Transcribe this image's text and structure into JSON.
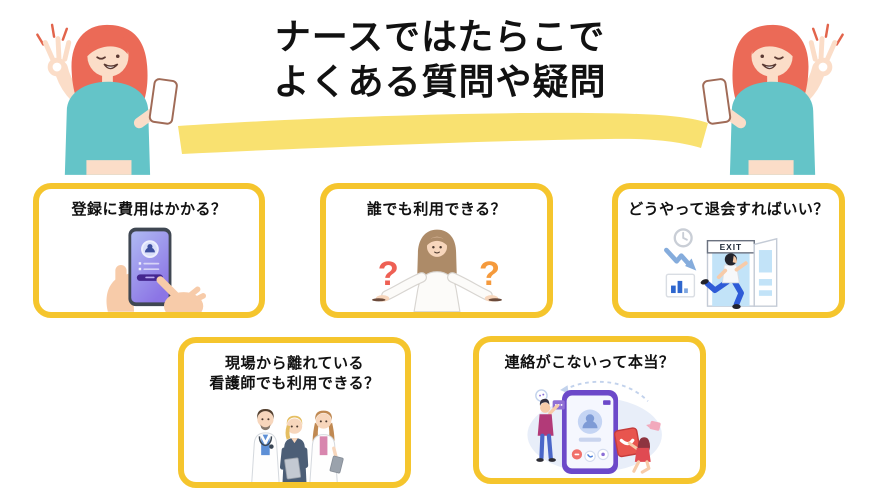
{
  "header": {
    "title": "ナースではたらこで\nよくある質問や疑問"
  },
  "colors": {
    "card_border_yellow": "#F5C52D",
    "swoosh_yellow": "#F9E170",
    "title_black": "#111111",
    "mascot_shirt_teal": "#64C4C8",
    "mascot_hair_red": "#EB6A57"
  },
  "cards": [
    {
      "question": "登録に費用はかかる？",
      "illustration": "hand-tapping-signup-phone"
    },
    {
      "question": "誰でも利用できる？",
      "illustration": "shrugging-woman-question-marks",
      "left_mark": "?",
      "right_mark": "?"
    },
    {
      "question": "どうやって退会すればいい？",
      "illustration": "man-running-exit-door",
      "exit_sign_label": "EXIT"
    },
    {
      "question": "現場から離れている\n看護師でも利用できる？",
      "illustration": "three-medical-staff"
    },
    {
      "question": "連絡がこないって本当？",
      "illustration": "incoming-call-phone"
    }
  ],
  "decorations": {
    "left_mascot": "woman-ok-sign-holding-phone",
    "right_mascot": "woman-ok-sign-holding-phone-mirrored",
    "underline": "yellow-brush-swoosh"
  }
}
